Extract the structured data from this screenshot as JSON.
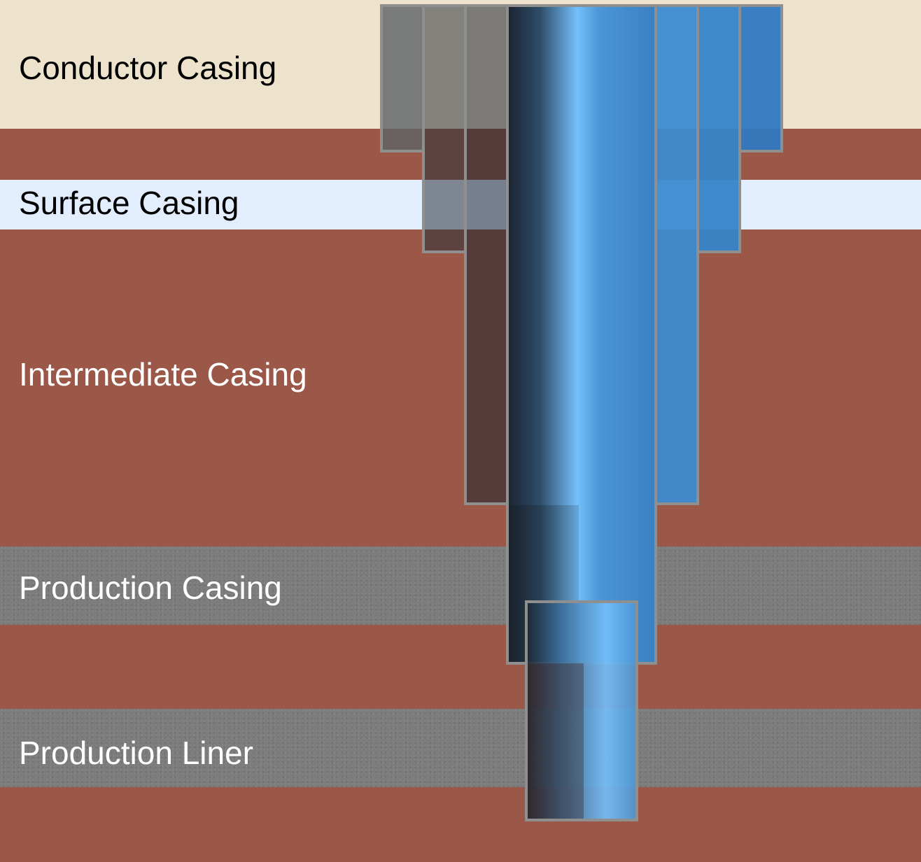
{
  "layers": [
    {
      "label": "Conductor Casing"
    },
    {
      "label": "Surface Casing"
    },
    {
      "label": "Intermediate Casing"
    },
    {
      "label": "Production Casing"
    },
    {
      "label": "Production Liner"
    }
  ],
  "colors": {
    "topsoil": "#ede2cc",
    "rock": "#9b5849",
    "aquifer": "#e2edfe",
    "shale": "#7c7c7c",
    "casing_outline": "#8f8f8f",
    "pipe_blue": "#3b82c4",
    "pipe_highlight": "#74c0fc",
    "pipe_shadow": "#1b2430"
  }
}
